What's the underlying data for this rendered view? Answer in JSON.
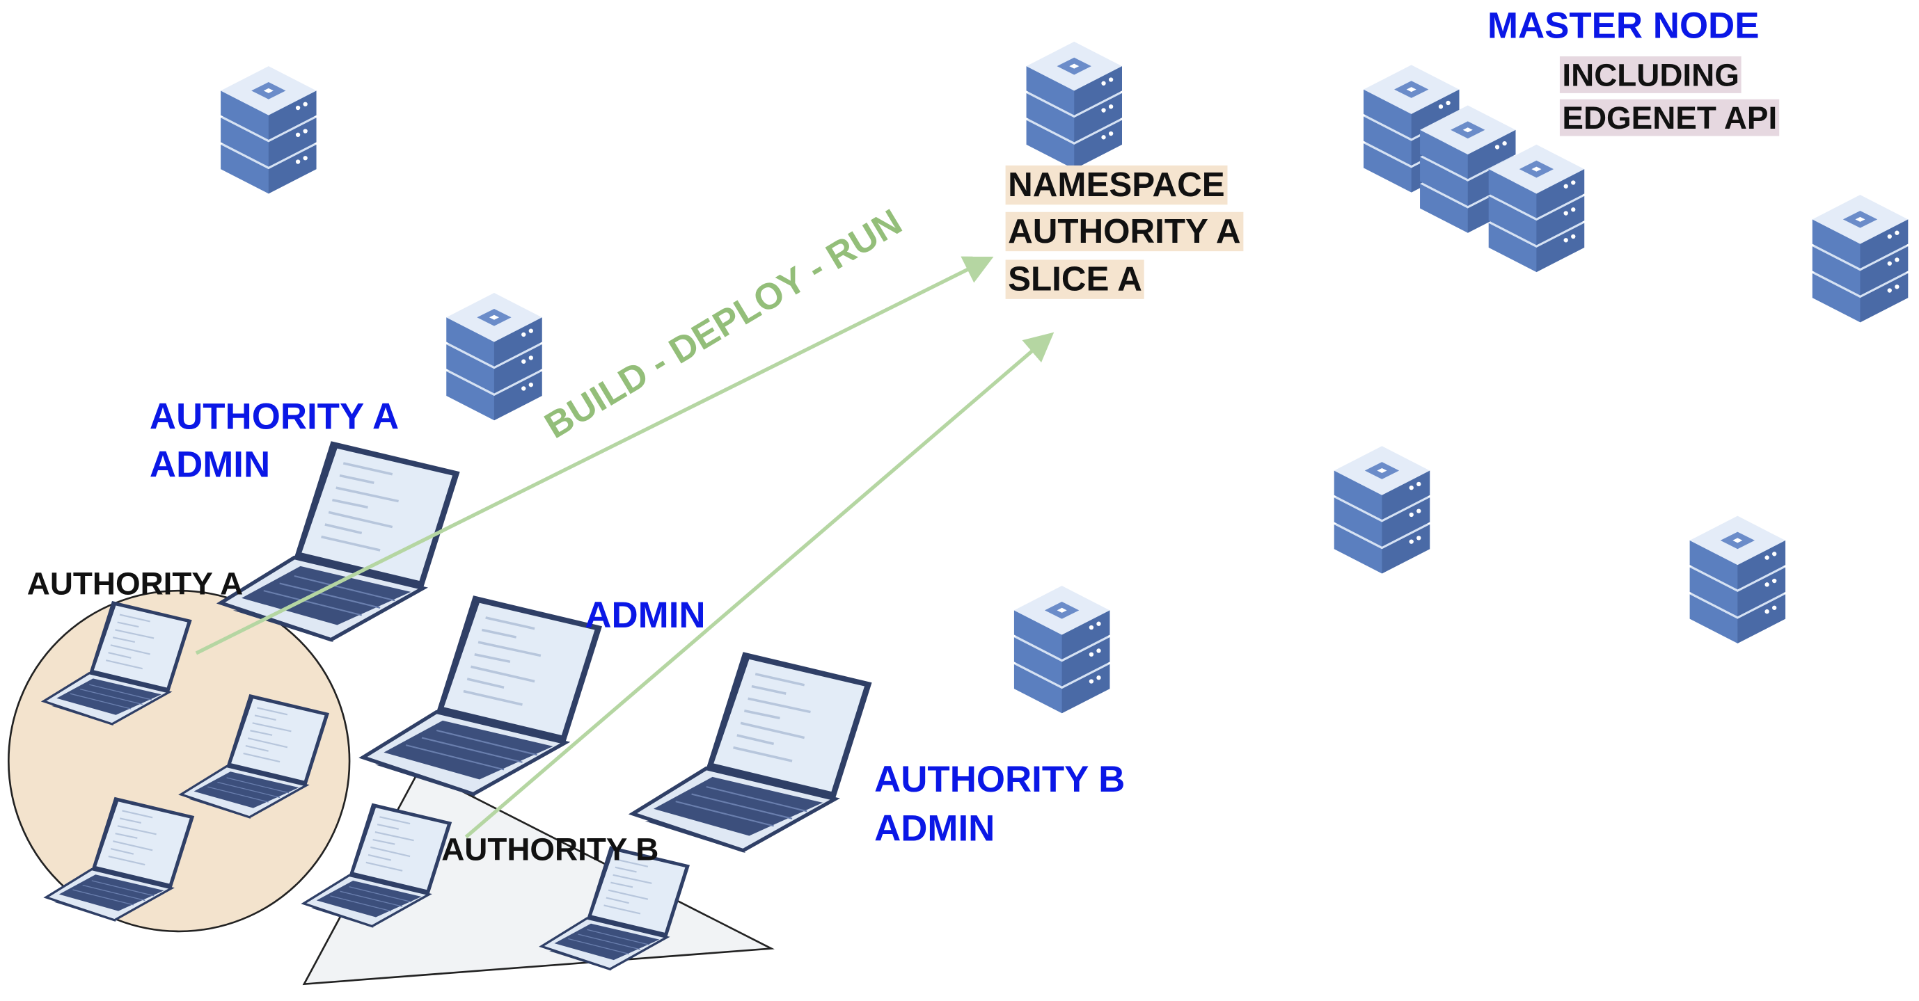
{
  "labels": {
    "master_node": "MASTER NODE",
    "master_note_line1": "INCLUDING",
    "master_note_line2": "EDGENET API",
    "namespace_line1": "NAMESPACE",
    "namespace_line2": "AUTHORITY A",
    "namespace_line3": "SLICE A",
    "build_deploy_run": "BUILD - DEPLOY - RUN",
    "authority_a_admin_line1": "AUTHORITY A",
    "authority_a_admin_line2": "ADMIN",
    "authority_a": "AUTHORITY A",
    "admin": "ADMIN",
    "authority_b_admin_line1": "AUTHORITY B",
    "authority_b_admin_line2": "ADMIN",
    "authority_b": "AUTHORITY B"
  },
  "icons": {
    "server": "server-stack-icon",
    "laptop": "laptop-icon"
  },
  "colors": {
    "server_blue": "#5b7fbf",
    "server_light": "#d6e2f3",
    "laptop_screen": "#e3ecf7",
    "laptop_keys": "#3c4f7c",
    "authority_a_group": "#f3e3cd",
    "authority_b_group": "#f1f3f5",
    "arrow_green": "#b5d6a2",
    "label_blue": "#0a17e6"
  }
}
